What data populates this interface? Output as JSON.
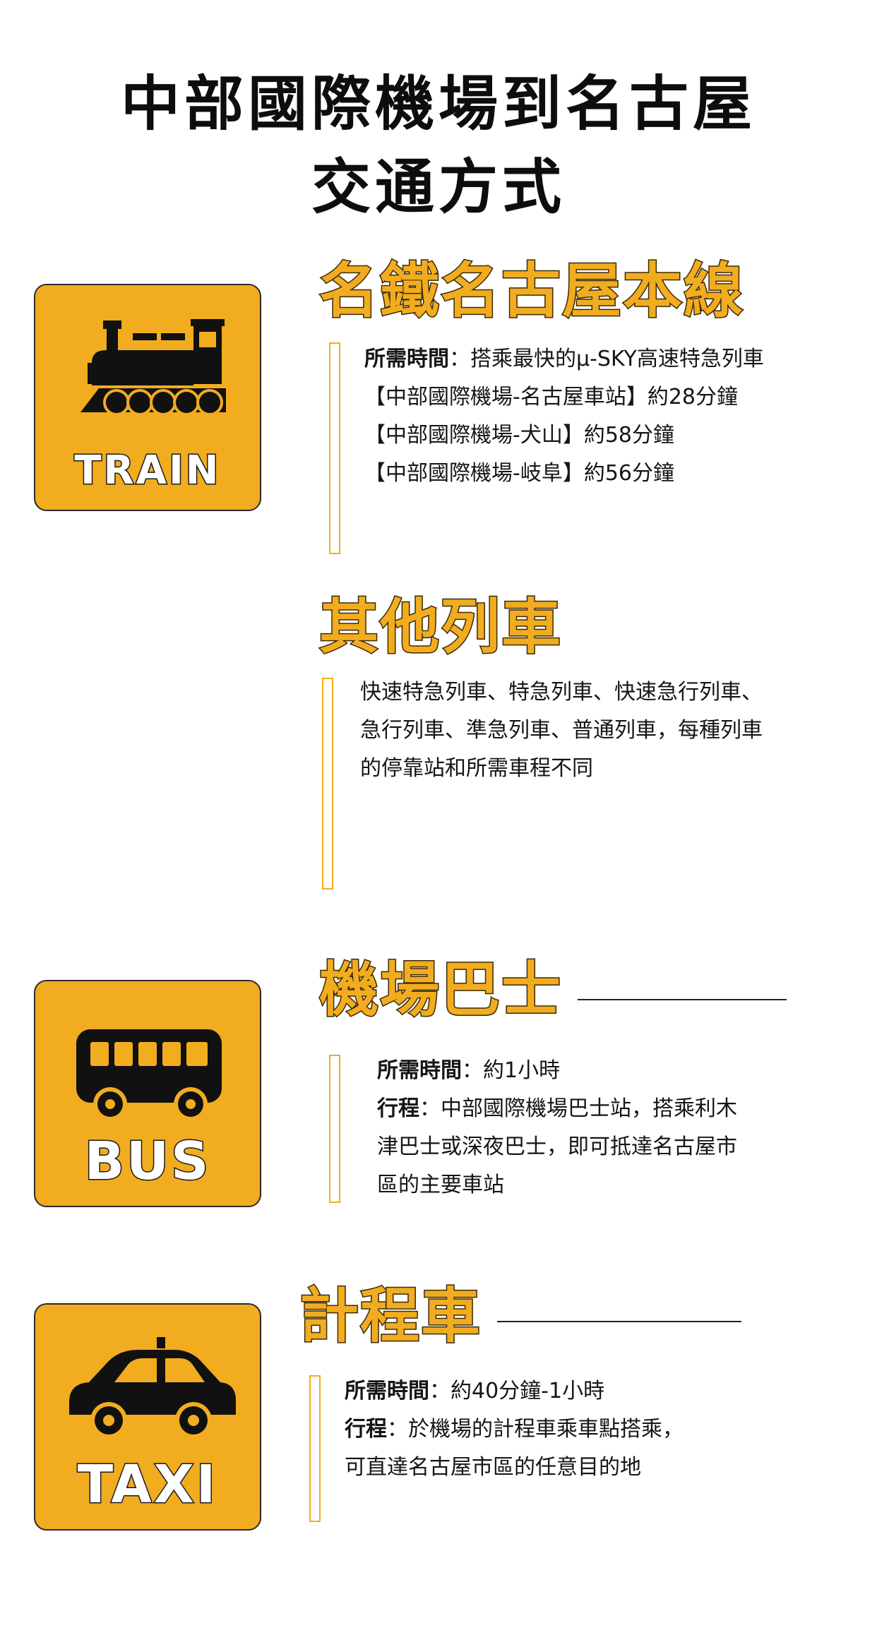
{
  "title": {
    "line1": "中部國際機場到名古屋",
    "line2": "交通方式"
  },
  "colors": {
    "accent": "#f2ac1f",
    "text": "#151515",
    "box_border": "#2a2a2a"
  },
  "sections": {
    "train": {
      "icon": "train-icon",
      "icon_label": "TRAIN",
      "title": "名鐵名古屋本線",
      "lines": [
        {
          "label": "所需時間",
          "text": "：搭乘最快的μ-SKY高速特急列車"
        },
        {
          "label": "",
          "text": "【中部國際機場-名古屋車站】約28分鐘"
        },
        {
          "label": "",
          "text": "【中部國際機場-犬山】約58分鐘"
        },
        {
          "label": "",
          "text": "【中部國際機場-岐阜】約56分鐘"
        }
      ]
    },
    "other_trains": {
      "title": "其他列車",
      "lines": [
        "快速特急列車、特急列車、快速急行列車、",
        "急行列車、準急列車、普通列車，每種列車",
        "的停靠站和所需車程不同"
      ]
    },
    "bus": {
      "icon": "bus-icon",
      "icon_label": "BUS",
      "title": "機場巴士",
      "lines": [
        {
          "label": "所需時間",
          "text": "：約1小時"
        },
        {
          "label": "行程",
          "text": "：中部國際機場巴士站，搭乘利木"
        },
        {
          "label": "",
          "text": "津巴士或深夜巴士，即可抵達名古屋市"
        },
        {
          "label": "",
          "text": "區的主要車站"
        }
      ]
    },
    "taxi": {
      "icon": "taxi-icon",
      "icon_label": "TAXI",
      "title": "計程車",
      "lines": [
        {
          "label": "所需時間",
          "text": "：約40分鐘-1小時"
        },
        {
          "label": "行程",
          "text": "：於機場的計程車乘車點搭乘，"
        },
        {
          "label": "",
          "text": "可直達名古屋市區的任意目的地"
        }
      ]
    }
  }
}
